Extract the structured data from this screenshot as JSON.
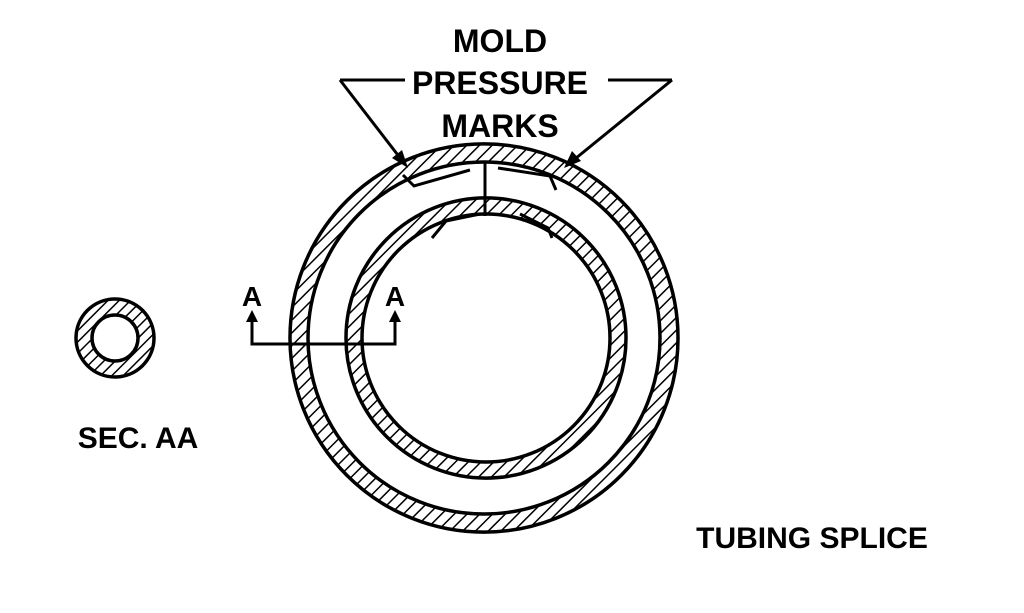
{
  "labels": {
    "mold_line1": "MOLD",
    "mold_line2": "PRESSURE",
    "mold_line3": "MARKS",
    "section_left": "A",
    "section_right": "A",
    "section_title": "SEC. AA",
    "title": "TUBING SPLICE"
  },
  "colors": {
    "ink": "#000000",
    "paper": "#ffffff"
  }
}
